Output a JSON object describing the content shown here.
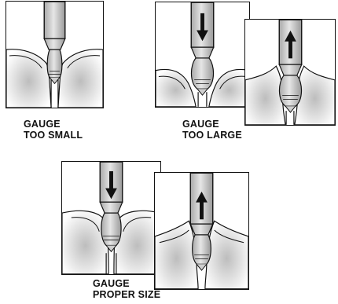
{
  "captions": [
    {
      "line1": "GAUGE",
      "line2": "TOO SMALL"
    },
    {
      "line1": "GAUGE",
      "line2": "TOO LARGE"
    },
    {
      "line1": "GAUGE",
      "line2": "PROPER SIZE"
    }
  ],
  "colors": {
    "outline": "#111111",
    "gauge_body": "#d9d9d9",
    "gauge_shade": "#a8a8a8",
    "tissue_shade": "#cfcfcf",
    "arrow": "#111111"
  },
  "icons": {
    "down": "arrow-down-icon",
    "up": "arrow-up-icon"
  }
}
